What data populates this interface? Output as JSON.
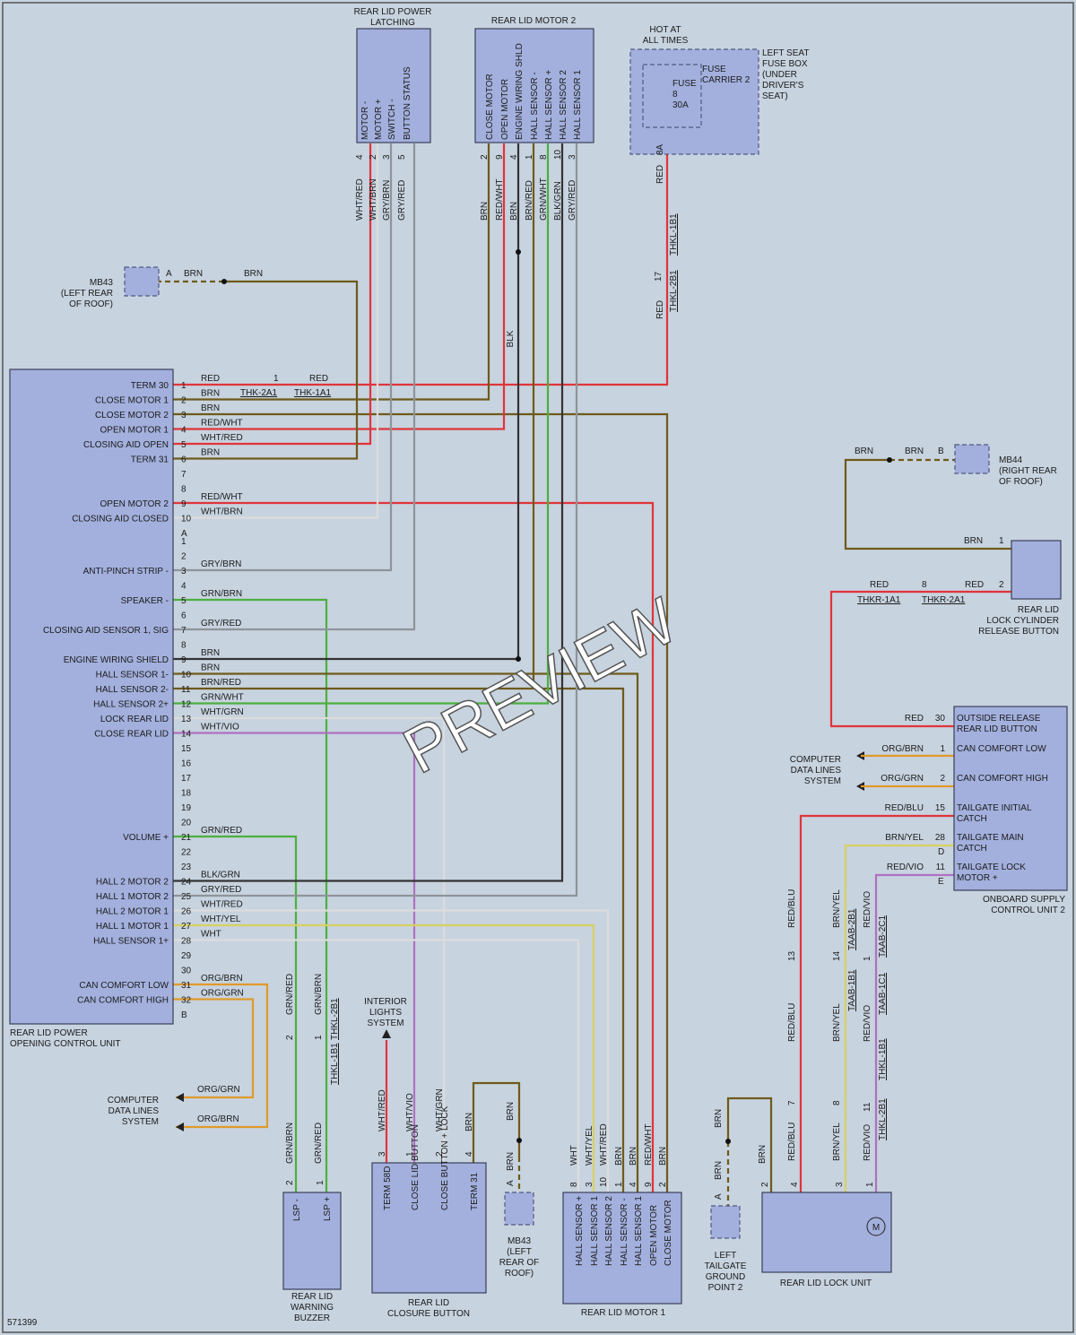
{
  "watermark": "PREVIEW",
  "figure_id": "571399",
  "components": {
    "control_unit": "REAR LID POWER\nOPENING CONTROL UNIT",
    "latching": "REAR LID POWER\nLATCHING",
    "motor2": "REAR LID MOTOR 2",
    "hot": "HOT AT\nALL TIMES",
    "fusebox": "LEFT SEAT\nFUSE BOX\n(UNDER\nDRIVER'S\nSEAT)",
    "fuse_carrier": "FUSE\nCARRIER 2",
    "fuse": "FUSE\n8\n30A",
    "mb43_top": "MB43\n(LEFT REAR\nOF ROOF)",
    "mb44": "MB44\n(RIGHT REAR\nOF ROOF)",
    "lock_cyl": "REAR LID\nLOCK CYLINDER\nRELEASE BUTTON",
    "supply": "ONBOARD SUPPLY\nCONTROL UNIT 2",
    "datalines_r": "COMPUTER\nDATA LINES\nSYSTEM",
    "datalines_l": "COMPUTER\nDATA LINES\nSYSTEM",
    "interior": "INTERIOR\nLIGHTS\nSYSTEM",
    "buzzer": "REAR LID\nWARNING\nBUZZER",
    "closure": "REAR LID\nCLOSURE BUTTON",
    "mb43_bot": "MB43\n(LEFT\nREAR OF\nROOF)",
    "motor1": "REAR LID MOTOR 1",
    "ground": "LEFT\nTAILGATE\nGROUND\nPOINT 2",
    "lockunit": "REAR LID LOCK UNIT"
  },
  "latching_pins": [
    "MOTOR -",
    "MOTOR +",
    "SWITCH -",
    "BUTTON STATUS"
  ],
  "latching_pin_nums": [
    "4",
    "2",
    "3",
    "5"
  ],
  "latching_wires": [
    "WHT/RED",
    "WHT/BRN",
    "GRY/BRN",
    "GRY/RED"
  ],
  "motor2_pins": [
    "CLOSE MOTOR",
    "OPEN MOTOR",
    "ENGINE WIRING SHLD",
    "HALL SENSOR -",
    "HALL SENSOR +",
    "HALL SENSOR 2",
    "HALL SENSOR 1"
  ],
  "motor2_pin_nums": [
    "2",
    "9",
    "4",
    "1",
    "8",
    "10",
    "3"
  ],
  "motor2_wires": [
    "BRN",
    "RED/WHT",
    "BRN",
    "BRN/RED",
    "GRN/WHT",
    "BLK/GRN",
    "GRY/RED"
  ],
  "blk_label": "BLK",
  "fuse_pin": "8A",
  "red": "RED",
  "conn_pin17": "17",
  "conn_thkl1b1": "THKL-1B1",
  "conn_thkl2b1": "THKL-2B1",
  "mb43_pin": "A",
  "brn": "BRN",
  "mb44_pin": "B",
  "cu_top_pins": [
    {
      "label": "TERM 30",
      "num": "1",
      "wire": "RED"
    },
    {
      "label": "CLOSE MOTOR 1",
      "num": "2",
      "wire": "BRN"
    },
    {
      "label": "CLOSE MOTOR 2",
      "num": "3",
      "wire": "BRN"
    },
    {
      "label": "OPEN MOTOR 1",
      "num": "4",
      "wire": "RED/WHT"
    },
    {
      "label": "CLOSING AID OPEN",
      "num": "5",
      "wire": "WHT/RED"
    },
    {
      "label": "TERM 31",
      "num": "6",
      "wire": "BRN"
    },
    {
      "label": "",
      "num": "7",
      "wire": ""
    },
    {
      "label": "",
      "num": "8",
      "wire": ""
    },
    {
      "label": "OPEN MOTOR 2",
      "num": "9",
      "wire": "RED/WHT"
    },
    {
      "label": "CLOSING AID CLOSED",
      "num": "10",
      "wire": "WHT/BRN"
    },
    {
      "label": "",
      "num": "A",
      "wire": ""
    }
  ],
  "cu_bot_pins": [
    {
      "label": "",
      "num": "1",
      "wire": ""
    },
    {
      "label": "",
      "num": "2",
      "wire": ""
    },
    {
      "label": "ANTI-PINCH STRIP -",
      "num": "3",
      "wire": "GRY/BRN"
    },
    {
      "label": "",
      "num": "4",
      "wire": ""
    },
    {
      "label": "SPEAKER -",
      "num": "5",
      "wire": "GRN/BRN"
    },
    {
      "label": "",
      "num": "6",
      "wire": ""
    },
    {
      "label": "CLOSING AID SENSOR 1, SIG",
      "num": "7",
      "wire": "GRY/RED"
    },
    {
      "label": "",
      "num": "8",
      "wire": ""
    },
    {
      "label": "ENGINE WIRING SHIELD",
      "num": "9",
      "wire": "BRN"
    },
    {
      "label": "HALL SENSOR 1-",
      "num": "10",
      "wire": "BRN"
    },
    {
      "label": "HALL SENSOR 2-",
      "num": "11",
      "wire": "BRN/RED"
    },
    {
      "label": "HALL SENSOR 2+",
      "num": "12",
      "wire": "GRN/WHT"
    },
    {
      "label": "LOCK REAR LID",
      "num": "13",
      "wire": "WHT/GRN"
    },
    {
      "label": "CLOSE REAR LID",
      "num": "14",
      "wire": "WHT/VIO"
    },
    {
      "label": "",
      "num": "15",
      "wire": ""
    },
    {
      "label": "",
      "num": "16",
      "wire": ""
    },
    {
      "label": "",
      "num": "17",
      "wire": ""
    },
    {
      "label": "",
      "num": "18",
      "wire": ""
    },
    {
      "label": "",
      "num": "19",
      "wire": ""
    },
    {
      "label": "",
      "num": "20",
      "wire": ""
    },
    {
      "label": "VOLUME +",
      "num": "21",
      "wire": "GRN/RED"
    },
    {
      "label": "",
      "num": "22",
      "wire": ""
    },
    {
      "label": "",
      "num": "23",
      "wire": ""
    },
    {
      "label": "HALL 2 MOTOR 2",
      "num": "24",
      "wire": "BLK/GRN"
    },
    {
      "label": "HALL 1 MOTOR 2",
      "num": "25",
      "wire": "GRY/RED"
    },
    {
      "label": "HALL 2 MOTOR 1",
      "num": "26",
      "wire": "WHT/RED"
    },
    {
      "label": "HALL 1 MOTOR 1",
      "num": "27",
      "wire": "WHT/YEL"
    },
    {
      "label": "HALL SENSOR 1+",
      "num": "28",
      "wire": "WHT"
    },
    {
      "label": "",
      "num": "29",
      "wire": ""
    },
    {
      "label": "",
      "num": "30",
      "wire": ""
    },
    {
      "label": "CAN COMFORT LOW",
      "num": "31",
      "wire": "ORG/BRN"
    },
    {
      "label": "CAN COMFORT HIGH",
      "num": "32",
      "wire": "ORG/GRN"
    },
    {
      "label": "",
      "num": "B",
      "wire": ""
    }
  ],
  "thk": {
    "pin": "1",
    "a": "THK-2A1",
    "b": "THK-1A1"
  },
  "lockcyl": {
    "p1": "1",
    "p2": "2",
    "conn_pin": "8",
    "a": "THKR-1A1",
    "b": "THKR-2A1"
  },
  "supply_pins": [
    {
      "label": "OUTSIDE RELEASE\nREAR LID BUTTON",
      "num": "30",
      "wire": "RED"
    },
    {
      "label": "CAN COMFORT LOW",
      "num": "1",
      "wire": "ORG/BRN"
    },
    {
      "label": "CAN COMFORT HIGH",
      "num": "2",
      "wire": "ORG/GRN"
    },
    {
      "label": "TAILGATE INITIAL\nCATCH",
      "num": "15",
      "wire": "RED/BLU"
    },
    {
      "label": "TAILGATE MAIN\nCATCH",
      "num": "28",
      "wire": "BRN/YEL"
    },
    {
      "label": "TAILGATE LOCK\nMOTOR +",
      "num": "11",
      "wire": "RED/VIO"
    }
  ],
  "supply_conns": [
    "D",
    "E"
  ],
  "lock_wires": [
    "RED/BLU",
    "BRN/YEL",
    "RED/VIO"
  ],
  "lock_conn_upper": {
    "n1": "13",
    "n2": "14",
    "n3": "1",
    "a": "TAAB-2B1",
    "b": "TAAB-2C1",
    "c": "TAAB-1B1",
    "d": "TAAB-1C1"
  },
  "lock_conn_lower": {
    "n1": "7",
    "n2": "8",
    "n3": "11",
    "a": "THKL-1B1",
    "b": "THKL-2B1"
  },
  "buzzer_pins": [
    "LSP -",
    "LSP +"
  ],
  "buzzer_pin_nums": [
    "2",
    "1"
  ],
  "buzzer_wires": [
    "GRN/RED",
    "GRN/BRN",
    "GRN/BRN",
    "GRN/RED"
  ],
  "buzzer_conn": {
    "p2": "2",
    "p1": "1",
    "a": "THKL-2B1",
    "b": "THKL-1B1"
  },
  "closure_pins": [
    "TERM 58D",
    "CLOSE LID BUTTON",
    "CLOSE BUTTON + LOCK",
    "TERM 31"
  ],
  "closure_pin_nums": [
    "3",
    "1",
    "2",
    "4"
  ],
  "closure_wires": [
    "WHT/RED",
    "WHT/VIO",
    "WHT/GRN",
    "BRN"
  ],
  "mb43b_pin": "A",
  "motor1_pins": [
    "HALL SENSOR +",
    "HALL SENSOR 1",
    "HALL SENSOR 2",
    "HALL SENSOR -",
    "HALL SENSOR 1",
    "OPEN MOTOR",
    "CLOSE MOTOR"
  ],
  "motor1_pin_nums": [
    "8",
    "3",
    "10",
    "1",
    "4",
    "9",
    "2"
  ],
  "motor1_wires": [
    "WHT",
    "WHT/YEL",
    "WHT/RED",
    "BRN",
    "BRN",
    "RED/WHT",
    "BRN"
  ],
  "ground_pin": "A",
  "lockunit_pins": [
    "2",
    "4",
    "3",
    "1"
  ],
  "motor_symbol": "M",
  "org_brn": "ORG/BRN",
  "org_grn": "ORG/GRN"
}
